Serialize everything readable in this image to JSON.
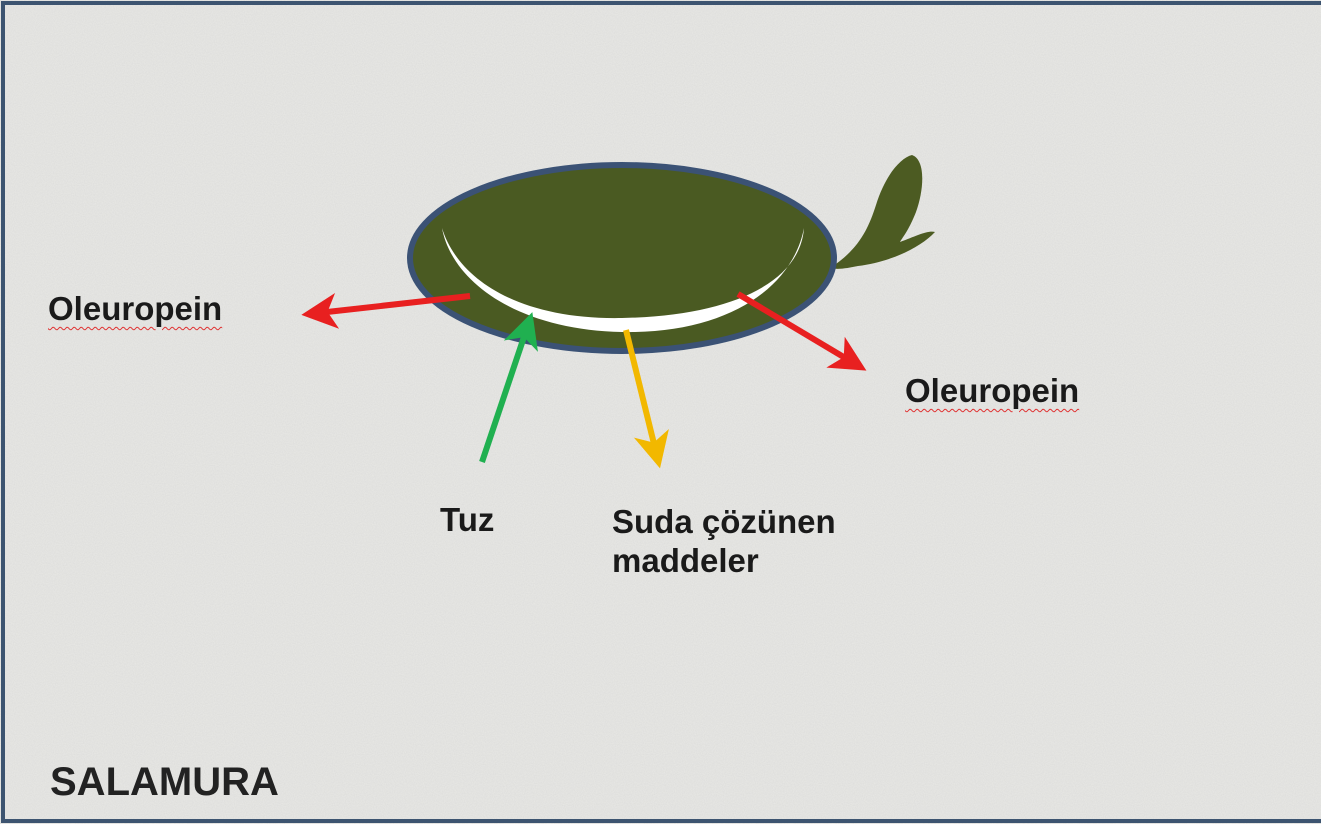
{
  "labels": {
    "oleuropein_left": "Oleuropein",
    "oleuropein_right": "Oleuropein",
    "salt": "Tuz",
    "soluble_line1": "Suda çözünen",
    "soluble_line2": "maddeler",
    "brine": "SALAMURA"
  },
  "colors": {
    "background": "#e9e9e6",
    "frame": "#3d5470",
    "olive_fill": "#4a5a22",
    "olive_outline": "#3b5275",
    "skin_layer": "#ffffff",
    "leaf": "#4c5b22",
    "arrow_oleuropein": "#e82020",
    "arrow_salt": "#20b050",
    "arrow_soluble": "#f2b800"
  },
  "icons": [
    "olive-shape",
    "leaf-shape"
  ]
}
